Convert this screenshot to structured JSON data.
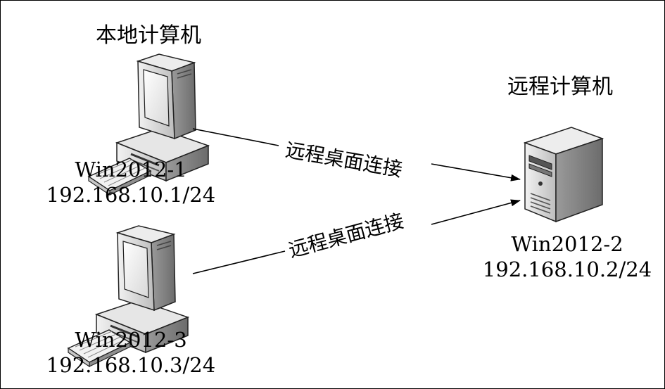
{
  "local_group": {
    "title": "本地计算机",
    "pcs": [
      {
        "hostname": "Win2012-1",
        "ip": "192.168.10.1/24"
      },
      {
        "hostname": "Win2012-3",
        "ip": "192.168.10.3/24"
      }
    ]
  },
  "remote_group": {
    "title": "远程计算机",
    "server": {
      "hostname": "Win2012-2",
      "ip": "192.168.10.2/24"
    }
  },
  "connections": [
    {
      "label": "远程桌面连接"
    },
    {
      "label": "远程桌面连接"
    }
  ],
  "icons": {
    "pc": "desktop-computer-icon",
    "server": "tower-server-icon"
  }
}
